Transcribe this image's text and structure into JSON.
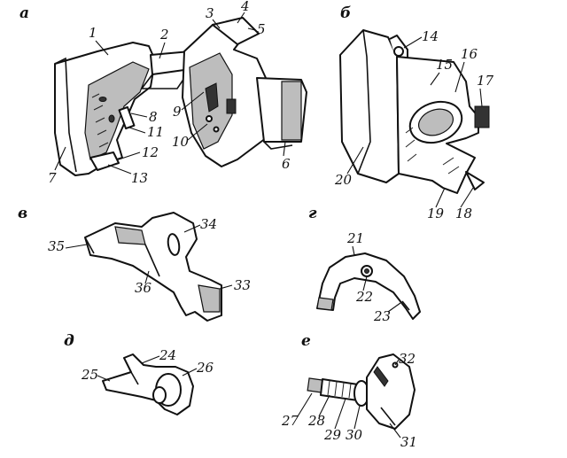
{
  "panels": [
    {
      "id": "a",
      "letter": "а"
    },
    {
      "id": "b",
      "letter": "б"
    },
    {
      "id": "v",
      "letter": "в"
    },
    {
      "id": "g",
      "letter": "г"
    },
    {
      "id": "d",
      "letter": "д"
    },
    {
      "id": "e",
      "letter": "е"
    }
  ],
  "callouts": [
    "1",
    "2",
    "3",
    "4",
    "5",
    "6",
    "7",
    "8",
    "9",
    "10",
    "11",
    "12",
    "13",
    "14",
    "15",
    "16",
    "17",
    "18",
    "19",
    "20",
    "21",
    "22",
    "23",
    "24",
    "25",
    "26",
    "27",
    "28",
    "29",
    "30",
    "31",
    "32",
    "33",
    "34",
    "35",
    "36"
  ],
  "colors": {
    "ink": "#111111",
    "shade": "#bdbdbd",
    "background": "#ffffff"
  }
}
